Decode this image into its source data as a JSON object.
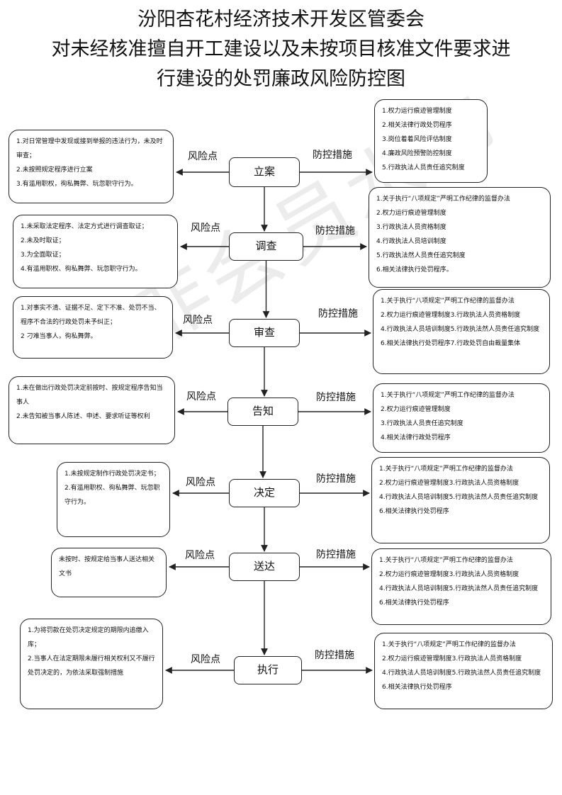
{
  "title": [
    "汾阳杏花村经济技术开发区管委会",
    "对未经核准擅自开工建设以及未按项目核准文件要求进",
    "行建设的处罚廉政风险防控图"
  ],
  "watermark": "非会员水印",
  "risk_label": "风险点",
  "control_label": "防控措施",
  "stages": [
    {
      "name": "立案",
      "risks": [
        "1.对日常管理中发现或接到举报的违法行为，未及时审查；",
        "2.未按照规定程序进行立案",
        "3.有滥用职权，徇私舞弊、玩忽职守行为。"
      ],
      "controls": [
        "1.权力运行痕迹管理制度",
        "2.相关法律行政处罚程序",
        "3.岗位着着风险评估制度",
        "4.廉政风险预警防控制度",
        "5.行政执法人员责任追究制度"
      ]
    },
    {
      "name": "调查",
      "risks": [
        "1.未采取法定程序、法定方式进行调查取证；",
        "2.未及时取证；",
        "3.为全面取证；",
        "4.有滥用职权、徇私舞弊、玩忽职守行为。"
      ],
      "controls": [
        "1.关于执行“八项规定”严明工作纪律的监督办法",
        "2.权力运行痕迹管理制度",
        "3.行政执法人员资格制度",
        "4.行政执法人员培训制度",
        "5.行政执法然人员责任追究制度",
        "6.相关法律执行处罚程序。"
      ]
    },
    {
      "name": "审查",
      "risks": [
        "1.对事实不清、证据不足、定下不准、处罚不当、程序不合法的行政处罚未予纠正；",
        "2 刁难当事人，徇私舞弊。"
      ],
      "controls": [
        "1.关于执行“八项规定”严明工作纪律的监督办法",
        "2.权力运行痕迹管理制度3.行政执法人员资格制度",
        "4.行政执法人员培训制度5.行政执法然人员责任追究制度",
        "6.相关法律执行处罚程序7.行政处罚自由裁量集体"
      ]
    },
    {
      "name": "告知",
      "risks": [
        "1.未在做出行政处罚决定前按时、按规定程序告知当事人",
        "2.未告知被当事人陈述、申述、要求听证等权利"
      ],
      "controls": [
        "1.关于执行“八项规定”严明工作纪律的监督办法",
        "2.权力运行痕迹管理制度",
        "3.行政执法人员责任追究制度",
        "4.相关法律行政处罚程序"
      ]
    },
    {
      "name": "决定",
      "risks": [
        "1.未按规定制作行政处罚决定书；",
        "2.有滥用职权、徇私舞弊、玩忽职守行为。"
      ],
      "controls": [
        "1.关于执行“八项规定”严明工作纪律的监督办法",
        "2.权力运行痕迹管理制度3.行政执法人员资格制度",
        "4.行政执法人员培训制度5.行政执法然人员责任追究制度 6.相关法律执行处罚程序"
      ]
    },
    {
      "name": "送达",
      "risks": [
        "未按时、按规定给当事人送达相关文书"
      ],
      "controls": [
        "1.关于执行“八项规定”严明工作纪律的监督办法",
        "2.权力运行痕迹管理制度3.行政执法人员资格制度",
        "4.行政执法人员培训制度5.行政执法然人员责任追究制度 6.相关法律执行处罚程序"
      ]
    },
    {
      "name": "执行",
      "risks": [
        "1.为将罚款在处罚决定规定的期限内追缴入库；",
        "2.当事人在法定期限未履行相关权利又不履行处罚决定的，为依法采取强制措施"
      ],
      "controls": [
        "1.关于执行“八项规定”严明工作纪律的监督办法",
        "2.权力运行痕迹管理制度3.行政执法人员资格制度",
        "4.行政执法人员培训制度5.行政执法然人员责任追究制度 6.相关法律执行处罚程序"
      ]
    }
  ]
}
